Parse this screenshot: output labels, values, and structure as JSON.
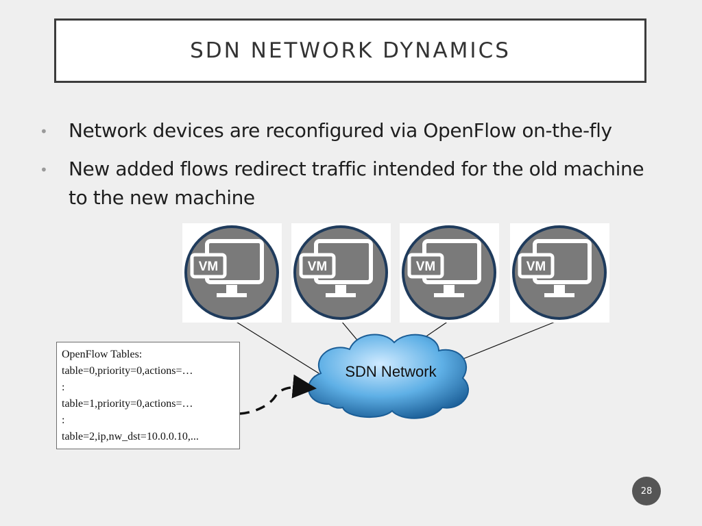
{
  "slide": {
    "title": "SDN NETWORK DYNAMICS",
    "bullets": [
      "Network devices are reconfigured via OpenFlow on-the-fly",
      "New added flows redirect traffic intended for the old machine to the new machine"
    ],
    "bullet_symbol": "•",
    "page_number": "28"
  },
  "vms": [
    {
      "label": "VM"
    },
    {
      "label": "VM"
    },
    {
      "label": "VM"
    },
    {
      "label": "VM"
    }
  ],
  "network": {
    "label": "SDN Network"
  },
  "openflow_box": {
    "lines": [
      "OpenFlow Tables:",
      "table=0,priority=0,actions=…",
      ":",
      "table=1,priority=0,actions=…",
      ":",
      "table=2,ip,nw_dst=10.0.0.10,..."
    ]
  },
  "colors": {
    "vm_circle": "#7a7a7a",
    "vm_ring": "#1f3b5c",
    "cloud": "#4a9fd8",
    "cloud_dark": "#1a5d96",
    "accent_gray": "#555555"
  },
  "icons": [
    "monitor-icon",
    "vm-badge-icon",
    "cloud-icon",
    "dashed-arrow-icon"
  ]
}
